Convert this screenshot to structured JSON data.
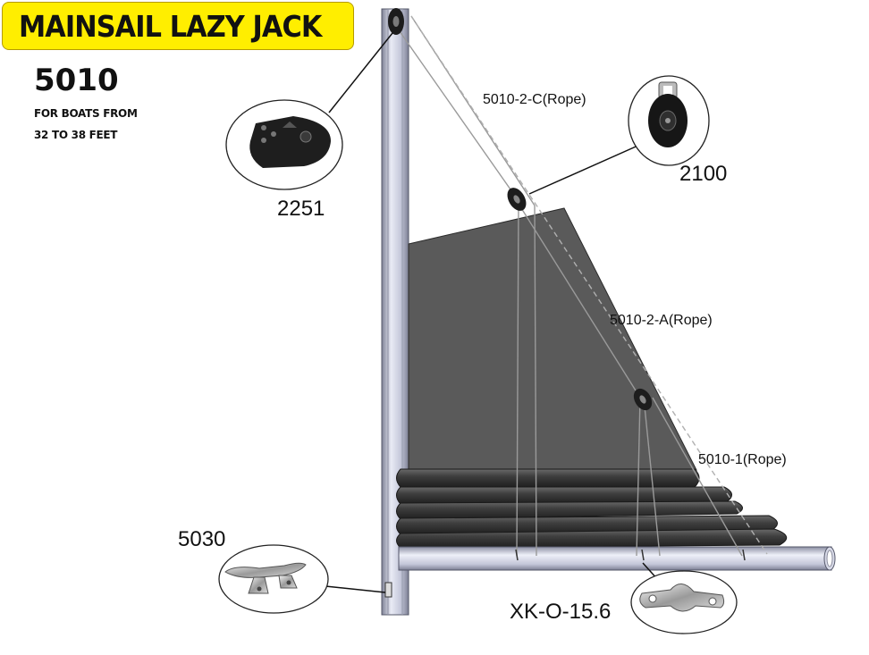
{
  "title": "MAINSAIL LAZY JACK",
  "model": "5010",
  "boat_size_line1": "FOR BOATS FROM",
  "boat_size_line2": "32 TO 38 FEET",
  "labels": {
    "rope_c": "5010-2-C(Rope)",
    "rope_a": "5010-2-A(Rope)",
    "rope_1": "5010-1(Rope)",
    "block_2100": "2100",
    "block_2251": "2251",
    "cleat_5030": "5030",
    "eye_strap": "XK-O-15.6"
  },
  "colors": {
    "title_bg": "#ffee00",
    "sail": "#5a5a5a",
    "mast": "#c9cbdd",
    "rope": "#9a9a9a",
    "text": "#111111"
  }
}
